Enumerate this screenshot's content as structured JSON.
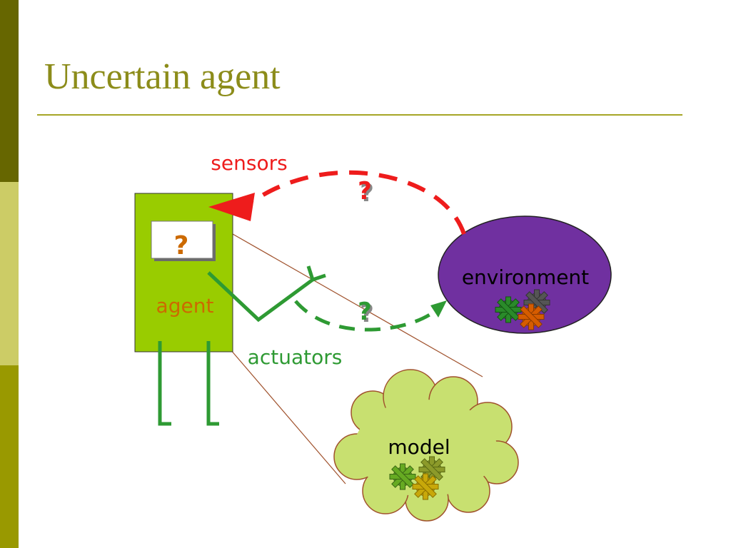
{
  "slide": {
    "title": "Uncertain agent"
  },
  "diagram": {
    "sensors_label": "sensors",
    "actuators_label": "actuators",
    "agent_label": "agent",
    "agent_question": "?",
    "environment_label": "environment",
    "model_label": "model",
    "sensor_question": "?",
    "actuator_question": "?"
  },
  "colors": {
    "accent_olive": "#8c8c1a",
    "sensor_red": "#ee1c1c",
    "actuator_green": "#2e9a33",
    "agent_fill": "#99cc00",
    "environment_fill": "#7030a0",
    "model_fill": "#c8e070",
    "agent_text": "#cc6a00"
  }
}
